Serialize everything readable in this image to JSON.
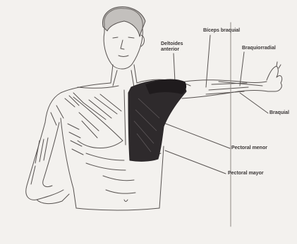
{
  "figure": {
    "labels": {
      "deltoides_anterior": "Deltoides\nanterior",
      "biceps_braquial": "Bíceps braquial",
      "braquiorradial": "Braquiorradial",
      "braquial": "Braquial",
      "pectoral_menor": "Pectoral menor",
      "pectoral_mayor": "Pectoral mayor"
    },
    "colors": {
      "background": "#f3f1ee",
      "line_art": "#575250",
      "highlighted_muscle": "#2e2a2c",
      "label_text": "#3a3636"
    },
    "icons": {
      "subject": "anatomical-figure-raised-arm-stretch"
    }
  }
}
